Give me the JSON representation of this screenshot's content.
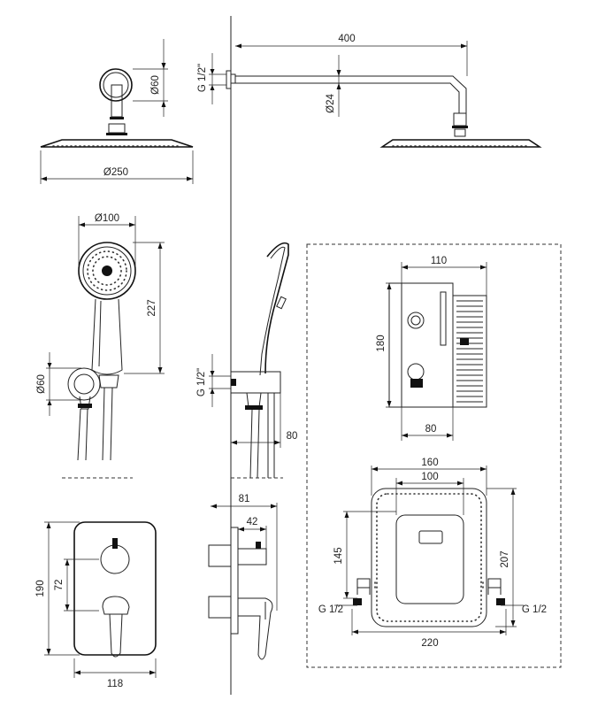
{
  "dimensions": {
    "shower_head_diameter": "Ø250",
    "arm_flange_diameter": "Ø60",
    "arm_length": "400",
    "arm_tube_diameter": "Ø24",
    "arm_thread": "G 1/2\"",
    "hand_shower_diameter": "Ø100",
    "hand_shower_length": "227",
    "hose_outlet_diameter": "Ø60",
    "hose_outlet_thread": "G 1/2\"",
    "hose_outlet_projection": "80",
    "mixer_panel_height": "190",
    "mixer_knob_spacing": "72",
    "mixer_panel_width": "118",
    "mixer_projection": "81",
    "mixer_handle_offset": "42",
    "box_width": "110",
    "box_height": "180",
    "box_depth": "80",
    "mount_width_outer": "160",
    "mount_width_inner": "100",
    "mount_height": "145",
    "mount_height_total": "207",
    "mount_thread_left": "G 1/2",
    "mount_thread_right": "G 1/2",
    "mount_span": "220"
  }
}
